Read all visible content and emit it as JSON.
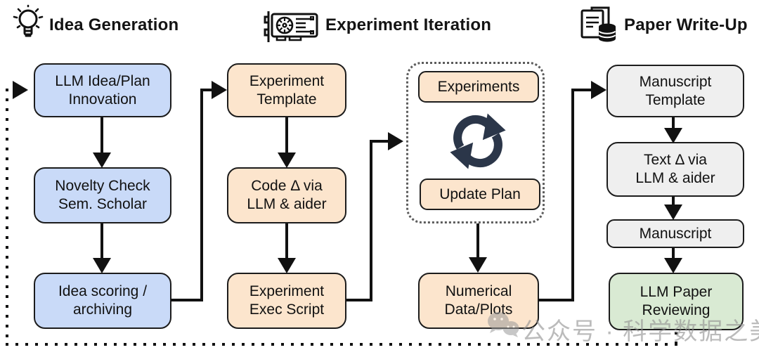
{
  "sections": [
    {
      "title": "Idea Generation",
      "icon": "lightbulb-icon"
    },
    {
      "title": "Experiment Iteration",
      "icon": "gpu-icon"
    },
    {
      "title": "Paper Write-Up",
      "icon": "paper-database-icon"
    }
  ],
  "boxes": {
    "llm_idea": "LLM Idea/Plan\nInnovation",
    "novelty_check": "Novelty Check\nSem. Scholar",
    "idea_scoring": "Idea scoring /\narchiving",
    "experiment_template": "Experiment\nTemplate",
    "code_delta": "Code Δ via\nLLM & aider",
    "experiment_exec": "Experiment\nExec Script",
    "experiments": "Experiments",
    "update_plan": "Update Plan",
    "numerical_data": "Numerical\nData/Plots",
    "manuscript_template": "Manuscript\nTemplate",
    "text_delta": "Text Δ via\nLLM & aider",
    "manuscript": "Manuscript",
    "llm_paper_reviewing": "LLM Paper\nReviewing"
  },
  "watermark": {
    "text": "公众号 · 科学数据之美"
  },
  "colors": {
    "idea": "#c9daf8",
    "experiment": "#fce5cd",
    "paper": "#efefef",
    "review": "#d9ead3",
    "loop_icon": "#2b3649",
    "arrow": "#111111",
    "border": "#1c1c1c"
  }
}
